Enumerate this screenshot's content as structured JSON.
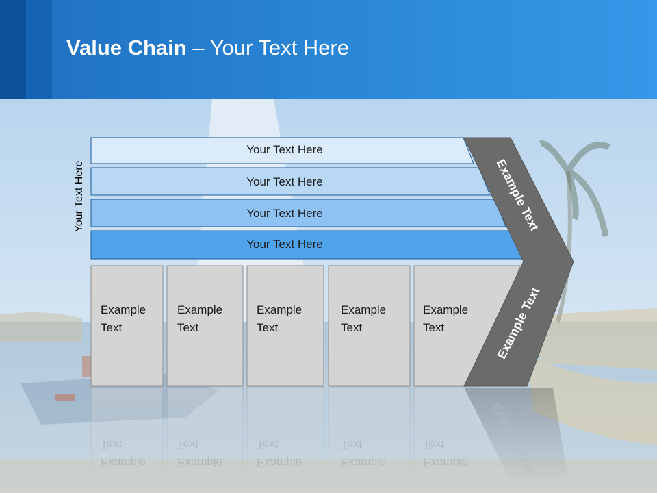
{
  "title": {
    "bold": "Value Chain",
    "rest": " – Your Text Here"
  },
  "side_label": "Your Text Here",
  "bars": [
    {
      "label": "Your Text Here",
      "fill": "#dcebfb"
    },
    {
      "label": "Your Text Here",
      "fill": "#b8d8f6"
    },
    {
      "label": "Your Text Here",
      "fill": "#8ec2f2"
    },
    {
      "label": "Your Text Here",
      "fill": "#4fa3ea"
    }
  ],
  "boxes": [
    {
      "line1": "Example",
      "line2": "Text"
    },
    {
      "line1": "Example",
      "line2": "Text"
    },
    {
      "line1": "Example",
      "line2": "Text"
    },
    {
      "line1": "Example",
      "line2": "Text"
    },
    {
      "line1": "Example",
      "line2": "Text"
    }
  ],
  "chevron": {
    "upper": "Example Text",
    "lower": "Example Text"
  },
  "colors": {
    "header": "#2a86d6",
    "chevron": "#6b6b6b",
    "box": "#d4d4d4",
    "border": "#1b5a9c"
  }
}
